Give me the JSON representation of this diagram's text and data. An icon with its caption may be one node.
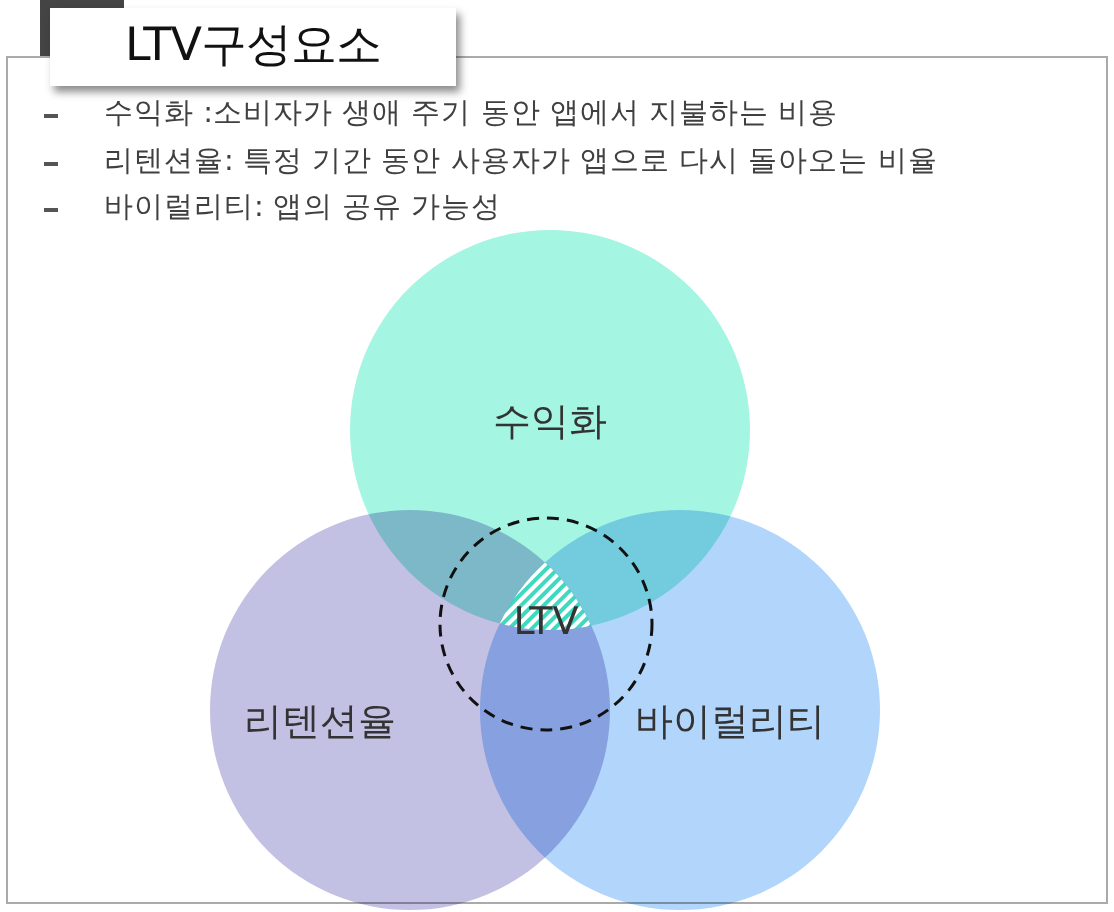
{
  "diagram": {
    "title": "LTV구성요소",
    "nodes": [
      {
        "text": [
          "수익화"
        ]
      },
      {
        "text": [
          "LTV"
        ]
      },
      {
        "text": [
          "리텐션율"
        ]
      },
      {
        "text": [
          "바이럴리티"
        ]
      }
    ],
    "labels": [
      "수익화 :소비자가 생애 주기 동안 앱에서 지불하는 비용",
      "리텐션율: 특정 기간 동안 사용자가 앱으로 다시 돌아오는 비율",
      "바이럴리티: 앱의 공유 가능성"
    ]
  }
}
